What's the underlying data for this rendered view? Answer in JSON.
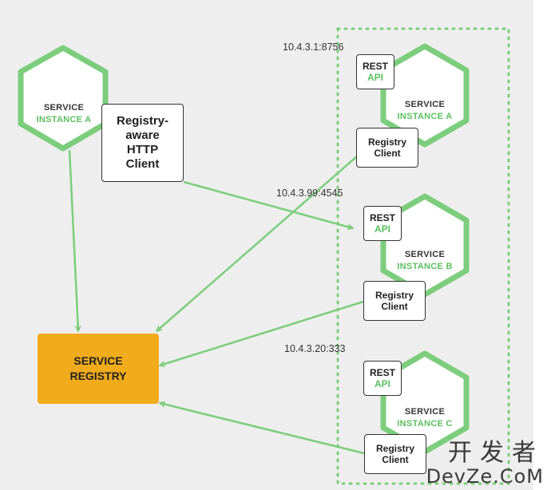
{
  "colors": {
    "green": "#7ccd7c",
    "accent_text": "#5cbf5f",
    "registry": "#f2ab1b",
    "background": "#eeeeee"
  },
  "client_service": {
    "line1": "SERVICE",
    "line2": "INSTANCE A"
  },
  "http_client": {
    "line1": "Registry-",
    "line2": "aware",
    "line3": "HTTP",
    "line4": "Client"
  },
  "registry": {
    "line1": "SERVICE",
    "line2": "REGISTRY"
  },
  "instances": [
    {
      "ip": "10.4.3.1:8756",
      "rest1": "REST",
      "rest2": "API",
      "svc1": "SERVICE",
      "svc2": "INSTANCE A",
      "rc1": "Registry",
      "rc2": "Client"
    },
    {
      "ip": "10.4.3.99:4545",
      "rest1": "REST",
      "rest2": "API",
      "svc1": "SERVICE",
      "svc2": "INSTANCE B",
      "rc1": "Registry",
      "rc2": "Client"
    },
    {
      "ip": "10.4.3.20:333",
      "rest1": "REST",
      "rest2": "API",
      "svc1": "SERVICE",
      "svc2": "INSTANCE C",
      "rc1": "Registry",
      "rc2": "Client"
    }
  ],
  "watermark": {
    "line1": "开发者",
    "line2": "DevZe.CoM"
  }
}
